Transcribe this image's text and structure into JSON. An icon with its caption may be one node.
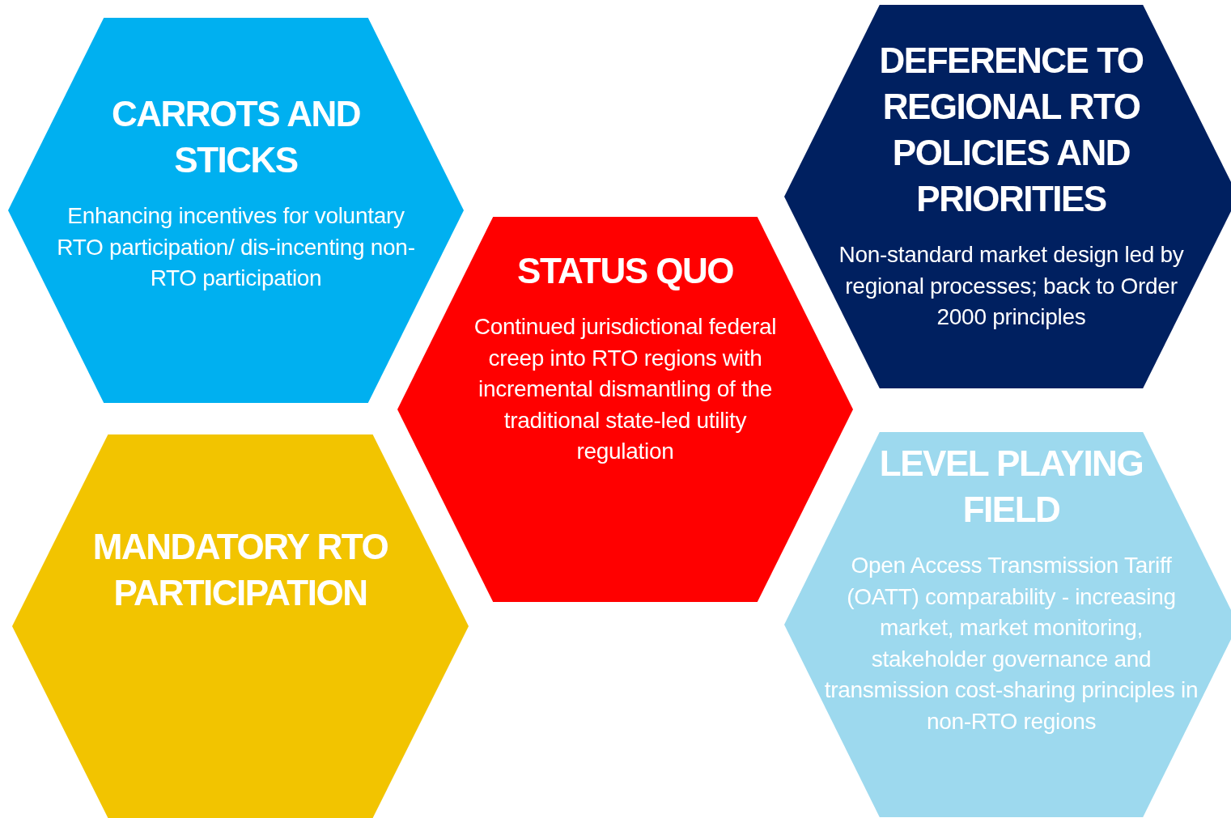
{
  "diagram": {
    "nodes": [
      {
        "text": [
          "CARROTS AND STICKS",
          "Enhancing incentives for voluntary RTO participation/ dis-incenting non-RTO participation"
        ]
      },
      {
        "text": [
          "DEFERENCE TO REGIONAL RTO POLICIES AND PRIORITIES",
          "Non-standard market design led by regional processes; back to Order 2000 principles"
        ]
      },
      {
        "text": [
          "STATUS QUO",
          "Continued jurisdictional federal creep into RTO regions with incremental dismantling of the traditional state-led utility regulation"
        ]
      },
      {
        "text": [
          "MANDATORY RTO PARTICIPATION"
        ]
      },
      {
        "text": [
          "LEVEL PLAYING FIELD",
          "Open Access Transmission Tariff (OATT) comparability - increasing market, market monitoring, stakeholder governance and transmission cost-sharing principles in non-RTO regions"
        ]
      }
    ]
  }
}
